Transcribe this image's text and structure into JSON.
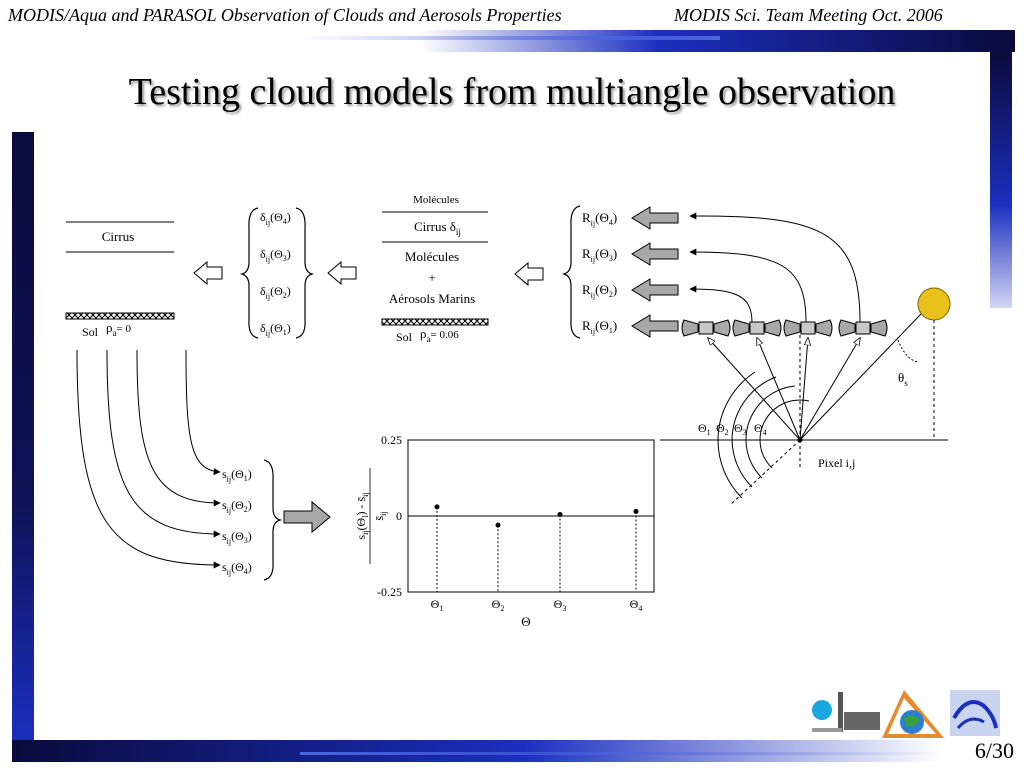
{
  "header": {
    "left": "MODIS/Aqua  and PARASOL Observation of Clouds and Aerosols Properties",
    "right": "MODIS Sci. Team Meeting Oct. 2006"
  },
  "title": "Testing cloud models from multiangle observation",
  "page": "6/30",
  "diagram": {
    "left_column": {
      "cirrus_label": "Cirrus",
      "sol_label": "Sol",
      "rho_label": "ρ",
      "rho_sub": "a",
      "rho_value": "= 0",
      "deltas": [
        {
          "base": "δ",
          "sub": "ij",
          "arg": "(Θ",
          "arg_sub": "4",
          "close": ")"
        },
        {
          "base": "δ",
          "sub": "ij",
          "arg": "(Θ",
          "arg_sub": "3",
          "close": ")"
        },
        {
          "base": "δ",
          "sub": "ij",
          "arg": "(Θ",
          "arg_sub": "2",
          "close": ")"
        },
        {
          "base": "δ",
          "sub": "ij",
          "arg": "(Θ",
          "arg_sub": "1",
          "close": ")"
        }
      ]
    },
    "middle_column": {
      "molecules_top": "Molécules",
      "cirrus_delta": "Cirrus δ",
      "cirrus_delta_sub": "ij",
      "molecules": "Molécules",
      "plus": "+",
      "aerosols": "Aérosols Marins",
      "sol_label": "Sol",
      "rho_label": "ρ",
      "rho_sub": "a",
      "rho_value": "= 0.06"
    },
    "reflectances": [
      {
        "base": "R",
        "sub": "ij",
        "arg": "(Θ",
        "arg_sub": "4",
        "close": ")"
      },
      {
        "base": "R",
        "sub": "ij",
        "arg": "(Θ",
        "arg_sub": "3",
        "close": ")"
      },
      {
        "base": "R",
        "sub": "ij",
        "arg": "(Θ",
        "arg_sub": "2",
        "close": ")"
      },
      {
        "base": "R",
        "sub": "ij",
        "arg": "(Θ",
        "arg_sub": "1",
        "close": ")"
      }
    ],
    "geometry": {
      "theta_s": "θ",
      "theta_s_sub": "s",
      "pixel_label": "Pixel i,j",
      "angles": [
        {
          "base": "Θ",
          "sub": "1"
        },
        {
          "base": "Θ",
          "sub": "2"
        },
        {
          "base": "Θ",
          "sub": "3"
        },
        {
          "base": "Θ",
          "sub": "4"
        }
      ]
    },
    "s_terms": [
      {
        "base": "s",
        "sub": "ij",
        "arg": "(Θ",
        "arg_sub": "1",
        "close": ")"
      },
      {
        "base": "s",
        "sub": "ij",
        "arg": "(Θ",
        "arg_sub": "2",
        "close": ")"
      },
      {
        "base": "s",
        "sub": "ij",
        "arg": "(Θ",
        "arg_sub": "3",
        "close": ")"
      },
      {
        "base": "s",
        "sub": "ij",
        "arg": "(Θ",
        "arg_sub": "4",
        "close": ")"
      }
    ]
  },
  "chart_data": {
    "type": "scatter",
    "ylabel": "s_ij(Θ_l) - s̄_ij over s̄_ij",
    "xlabel": "Θ",
    "ylim": [
      -0.25,
      0.25
    ],
    "y_ticks": [
      "0.25",
      "0",
      "-0.25"
    ],
    "categories": [
      "Θ1",
      "Θ2",
      "Θ3",
      "Θ4"
    ],
    "x_labels": [
      {
        "base": "Θ",
        "sub": "1"
      },
      {
        "base": "Θ",
        "sub": "2"
      },
      {
        "base": "Θ",
        "sub": "3"
      },
      {
        "base": "Θ",
        "sub": "4"
      }
    ],
    "values": [
      0.03,
      -0.03,
      0.005,
      0.015
    ],
    "zero_line": true
  },
  "colors": {
    "sun": "#e8c21a",
    "sun_stroke": "#7a6200",
    "arrow_gray": "#a8a8a8",
    "bar_dark": "#0a0a3c",
    "bar_blue": "#1b2fbf"
  }
}
